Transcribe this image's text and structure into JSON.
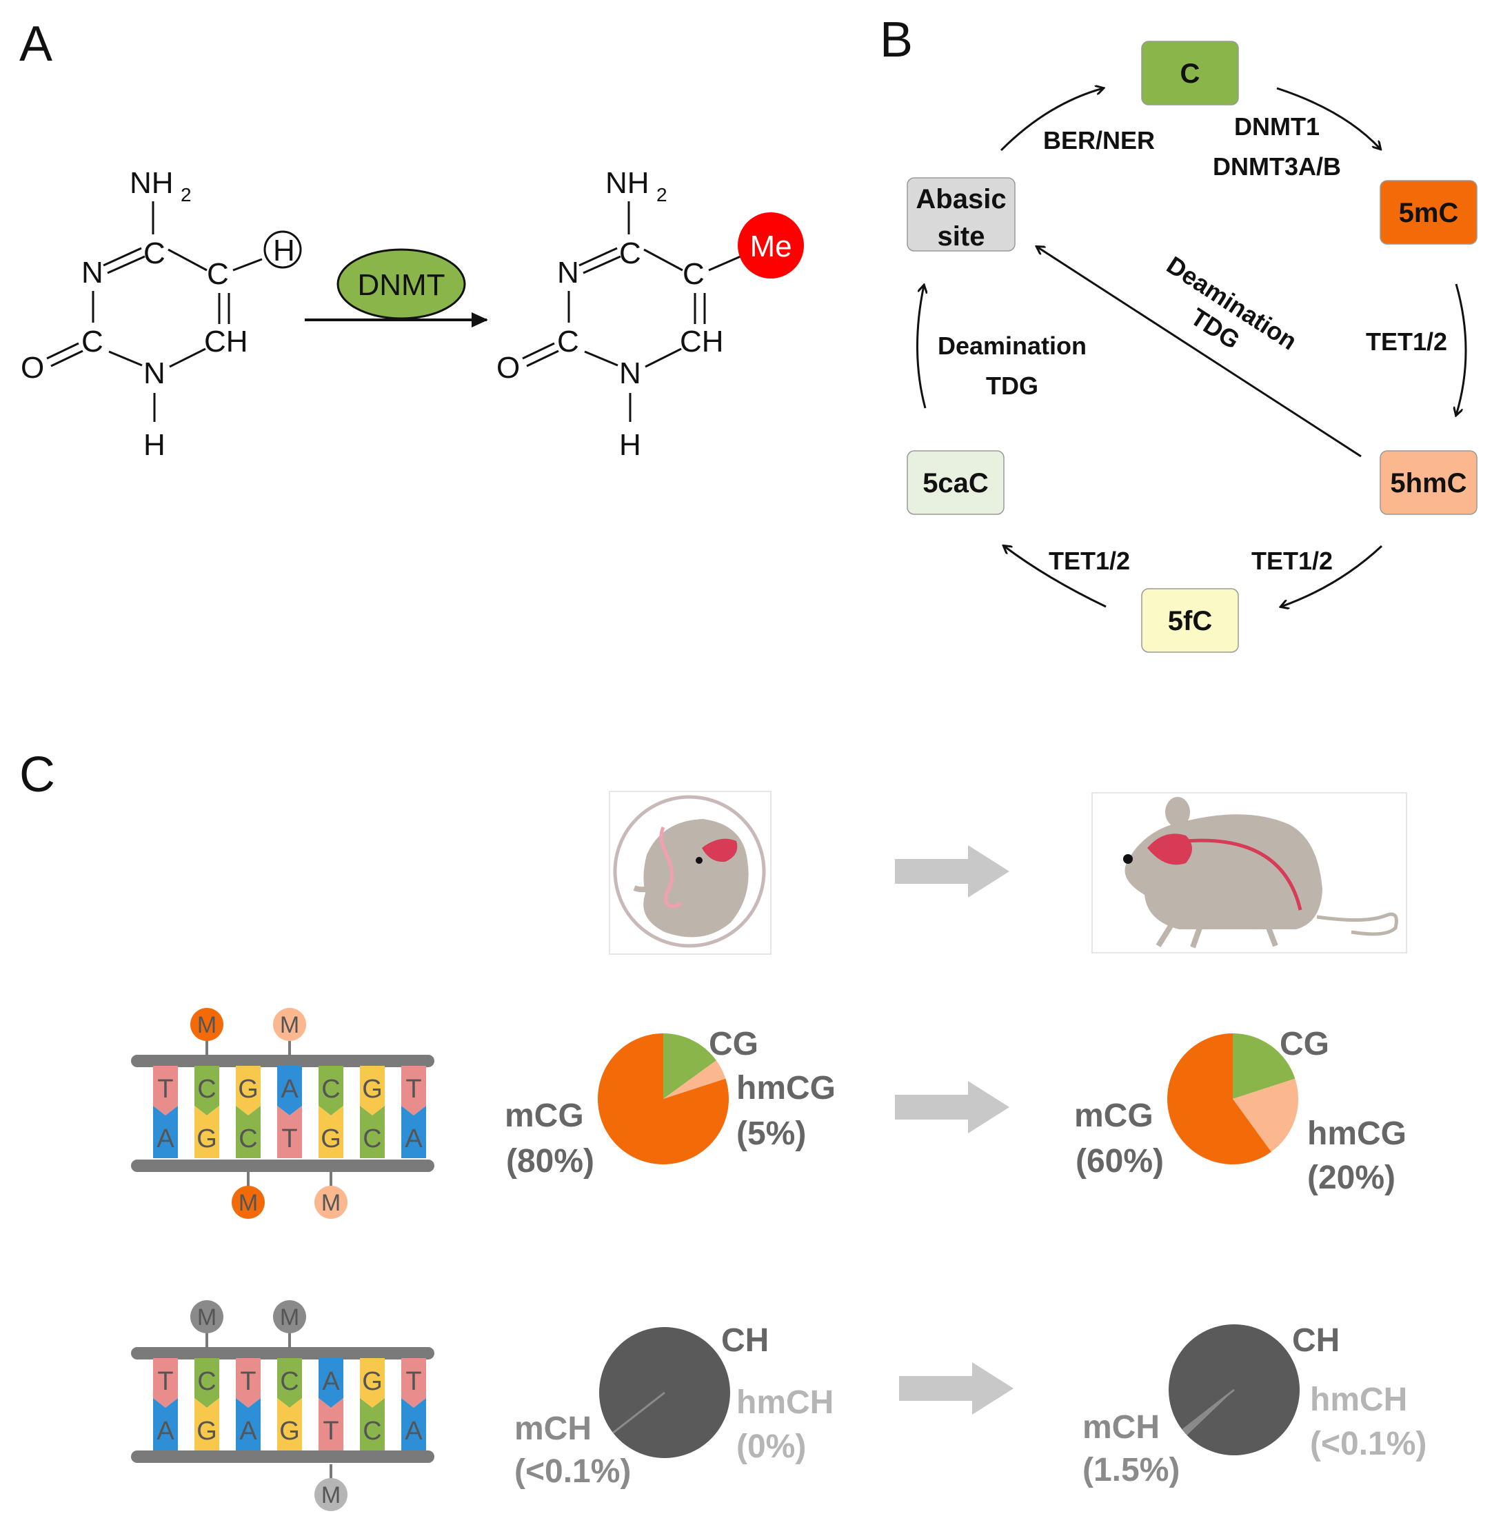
{
  "panels": {
    "a": "A",
    "b": "B",
    "c": "C"
  },
  "reaction": {
    "enzyme": "DNMT",
    "substituent_left": "H",
    "substituent_right": "Me",
    "atoms": {
      "n": "N",
      "c": "C",
      "ch": "CH",
      "o": "O",
      "h": "H",
      "nh": "NH",
      "sub2": "2"
    }
  },
  "cycle": {
    "nodes": {
      "c": {
        "label": "C",
        "color": "#8ab54a"
      },
      "mc": {
        "label": "5mC",
        "color": "#f36b09"
      },
      "hmc": {
        "label": "5hmC",
        "color": "#fbb88e"
      },
      "fc": {
        "label": "5fC",
        "color": "#fbfac6"
      },
      "cac": {
        "label": "5caC",
        "color": "#e8f0df"
      },
      "abasic": {
        "label1": "Abasic",
        "label2": "site",
        "color": "#d9d9d9"
      }
    },
    "edges": {
      "ber": "BER/NER",
      "dnmt1": "DNMT1",
      "dnmt3": "DNMT3A/B",
      "tet_a": "TET1/2",
      "tet_b": "TET1/2",
      "tet_c": "TET1/2",
      "deam_left1": "Deamination",
      "deam_left2": "TDG",
      "deam_diag1": "Deamination",
      "deam_diag2": "TDG"
    }
  },
  "dna_cg": {
    "top": [
      "T",
      "C",
      "G",
      "A",
      "C",
      "G",
      "T"
    ],
    "bottom": [
      "A",
      "G",
      "C",
      "T",
      "G",
      "C",
      "A"
    ],
    "marks": [
      "M",
      "M",
      "M",
      "M"
    ]
  },
  "dna_ch": {
    "top": [
      "T",
      "C",
      "T",
      "C",
      "A",
      "G",
      "T"
    ],
    "bottom": [
      "A",
      "G",
      "A",
      "G",
      "T",
      "C",
      "A"
    ],
    "marks": [
      "M",
      "M",
      "M"
    ]
  },
  "base_colors": {
    "T": "#e88c8c",
    "A": "#2f8fd6",
    "C": "#8ab54a",
    "G": "#f7c84b"
  },
  "chart_data": [
    {
      "type": "pie",
      "stage": "embryo",
      "context": "CG",
      "slices": [
        {
          "name": "mCG",
          "value": 80,
          "color": "#f36b09"
        },
        {
          "name": "CG",
          "value": 15,
          "color": "#8ab54a"
        },
        {
          "name": "hmCG",
          "value": 5,
          "color": "#fbb88e"
        }
      ],
      "labels": {
        "main1": "mCG",
        "main2": "(80%)",
        "top": "CG",
        "side1": "hmCG",
        "side2": "(5%)"
      }
    },
    {
      "type": "pie",
      "stage": "adult",
      "context": "CG",
      "slices": [
        {
          "name": "mCG",
          "value": 60,
          "color": "#f36b09"
        },
        {
          "name": "CG",
          "value": 20,
          "color": "#8ab54a"
        },
        {
          "name": "hmCG",
          "value": 20,
          "color": "#fbb88e"
        }
      ],
      "labels": {
        "main1": "mCG",
        "main2": "(60%)",
        "top": "CG",
        "side1": "hmCG",
        "side2": "(20%)"
      }
    },
    {
      "type": "pie",
      "stage": "embryo",
      "context": "CH",
      "slices": [
        {
          "name": "CH",
          "value": 99.9,
          "color": "#5a5a5a"
        },
        {
          "name": "mCH",
          "value": 0.1,
          "color": "#8a8a8a"
        },
        {
          "name": "hmCH",
          "value": 0,
          "color": "#a8a8a8"
        }
      ],
      "labels": {
        "main1": "mCH",
        "main2": "(<0.1%)",
        "top": "CH",
        "side1": "hmCH",
        "side2": "(0%)"
      }
    },
    {
      "type": "pie",
      "stage": "adult",
      "context": "CH",
      "slices": [
        {
          "name": "CH",
          "value": 98.4,
          "color": "#5a5a5a"
        },
        {
          "name": "mCH",
          "value": 1.5,
          "color": "#8a8a8a"
        },
        {
          "name": "hmCH",
          "value": 0.1,
          "color": "#a8a8a8"
        }
      ],
      "labels": {
        "main1": "mCH",
        "main2": "(1.5%)",
        "top": "CH",
        "side1": "hmCH",
        "side2": "(<0.1%)"
      }
    }
  ]
}
